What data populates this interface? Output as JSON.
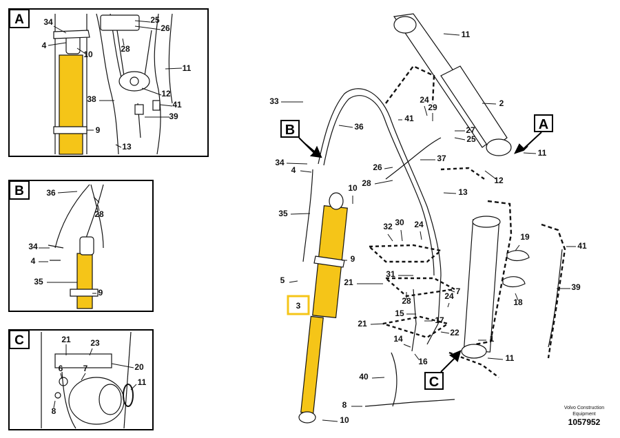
{
  "colors": {
    "highlight": "#F5C518",
    "line": "#111111",
    "frame": "#000000"
  },
  "panels": {
    "a": {
      "letter": "A",
      "labels": [
        "34",
        "25",
        "26",
        "4",
        "10",
        "28",
        "11",
        "38",
        "12",
        "41",
        "39",
        "9",
        "13"
      ]
    },
    "b": {
      "letter": "B",
      "labels": [
        "36",
        "28",
        "34",
        "4",
        "35",
        "9"
      ]
    },
    "c": {
      "letter": "C",
      "labels": [
        "21",
        "23",
        "6",
        "20",
        "7",
        "11",
        "8"
      ]
    }
  },
  "main": {
    "view_markers": [
      "A",
      "B",
      "C"
    ],
    "highlighted_part": "3",
    "labels": [
      "11",
      "2",
      "33",
      "24",
      "29",
      "41",
      "36",
      "27",
      "25",
      "11",
      "12",
      "34",
      "4",
      "26",
      "37",
      "28",
      "10",
      "13",
      "35",
      "32",
      "30",
      "24",
      "19",
      "41",
      "9",
      "31",
      "5",
      "21",
      "28",
      "7",
      "39",
      "18",
      "24",
      "15",
      "21",
      "17",
      "22",
      "14",
      "1",
      "16",
      "11",
      "40",
      "8",
      "10"
    ]
  },
  "credit": {
    "line1": "Volvo Construction",
    "line2": "Equipment",
    "doc_number": "1057952"
  }
}
